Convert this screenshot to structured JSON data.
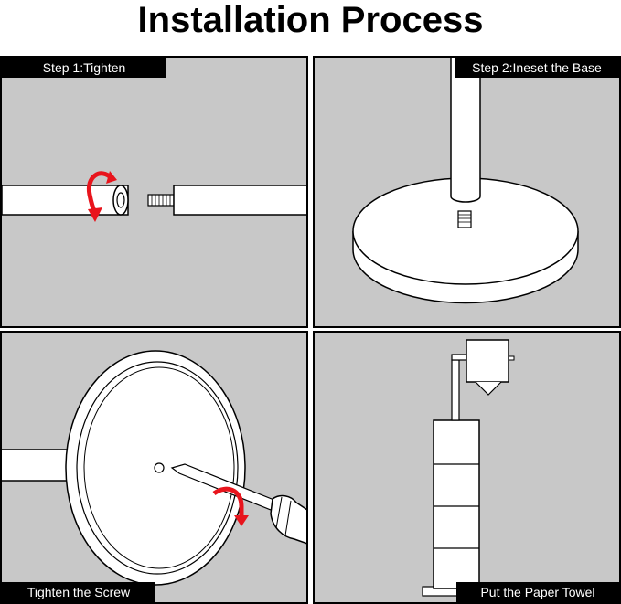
{
  "title": "Installation Process",
  "steps": [
    {
      "label": "Step 1:Tighten"
    },
    {
      "label": "Step 2:Ineset the Base"
    },
    {
      "label": "Tighten the Screw"
    },
    {
      "label": "Put the Paper Towel"
    }
  ],
  "colors": {
    "panel_bg": "#c8c8c8",
    "label_bg": "#000000",
    "label_text": "#ffffff",
    "arrow": "#e8141c",
    "part_fill": "#ffffff",
    "outline": "#000000"
  }
}
